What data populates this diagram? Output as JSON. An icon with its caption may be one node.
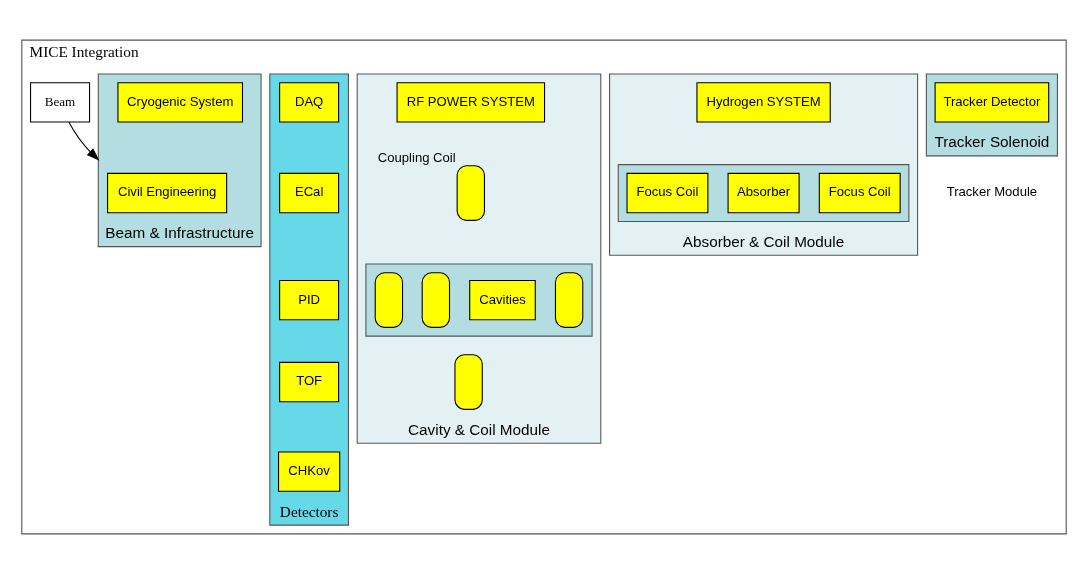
{
  "diagram": {
    "nodes": [
      {
        "text": [
          "MICE Integration"
        ]
      },
      {
        "text": [
          "Beam"
        ],
        "in": 0
      },
      {
        "text": [
          "Tracker Solenoid"
        ],
        "in": 0
      },
      {
        "text": [
          "Tracker Detector"
        ],
        "in": 2
      },
      {
        "text": [
          "Absorber & Coil Module"
        ],
        "in": 0
      },
      {
        "text": [
          "Hydrogen SYSTEM"
        ],
        "in": 4
      },
      {
        "text": [],
        "shape": "box",
        "in": 4
      },
      {
        "text": [
          "Focus Coil"
        ],
        "in": 6
      },
      {
        "text": [
          "Absorber"
        ],
        "in": 6
      },
      {
        "text": [
          "Focus Coil"
        ],
        "in": 6
      },
      {
        "text": [
          "Cavity & Coil Module"
        ],
        "in": 0
      },
      {
        "text": [
          "RF POWER SYSTEM"
        ],
        "in": 10
      },
      {
        "text": [],
        "shape": "bar",
        "beside": [
          "Coupling Coil"
        ],
        "in": 10
      },
      {
        "text": [],
        "shape": "box",
        "in": 10
      },
      {
        "text": [],
        "shape": "bar",
        "in": 13
      },
      {
        "text": [
          "Cavities"
        ],
        "in": 13
      },
      {
        "text": [],
        "shape": "bar",
        "in": 13
      },
      {
        "text": [],
        "shape": "bar",
        "in": 13
      },
      {
        "text": [],
        "shape": "bar",
        "in": 10
      },
      {
        "text": [
          "Detectors"
        ],
        "in": 0
      },
      {
        "text": [
          "DAQ"
        ],
        "in": 19
      },
      {
        "text": [
          "ECal"
        ],
        "in": 19
      },
      {
        "text": [
          "PID"
        ],
        "in": 19
      },
      {
        "text": [
          "TOF"
        ],
        "in": 19
      },
      {
        "text": [
          "CHKov"
        ],
        "in": 19
      },
      {
        "text": [
          "Beam & Infrastructure"
        ],
        "in": 0
      },
      {
        "text": [
          "Civil Engineering"
        ],
        "in": 25
      },
      {
        "text": [
          "Cryogenic System"
        ],
        "in": 25
      }
    ],
    "edges": [
      {
        "from": 1,
        "to": 25,
        "arrow": "to"
      }
    ],
    "labels": [
      "Tracker Module"
    ]
  }
}
